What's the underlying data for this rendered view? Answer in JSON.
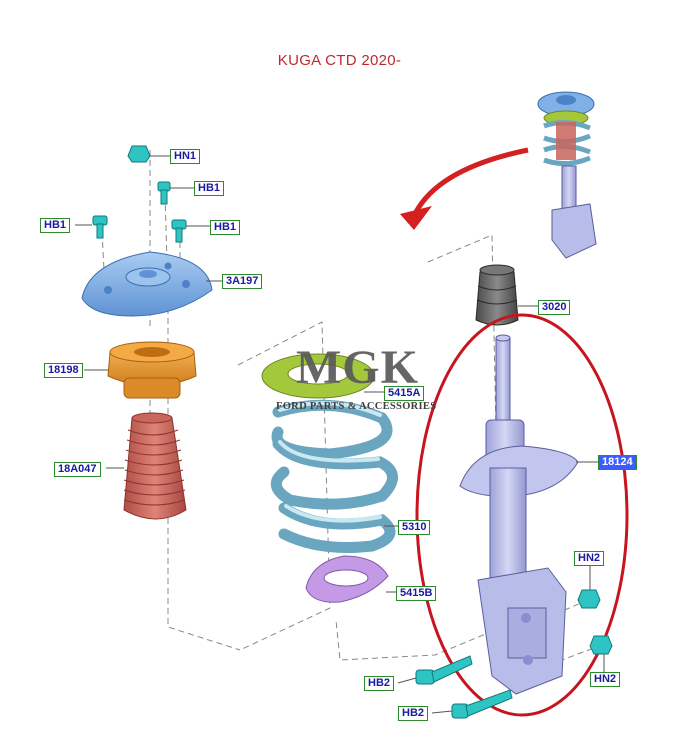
{
  "title": "KUGA CTD 2020-",
  "watermark": {
    "logo": "MGK",
    "tagline": "FORD PARTS & ACCESSORIES"
  },
  "callouts": {
    "hn1": "HN1",
    "hb1_a": "HB1",
    "hb1_b": "HB1",
    "hb1_c": "HB1",
    "mount": "3A197",
    "bearing": "18198",
    "boot": "18A047",
    "seat_upper": "5415A",
    "spring": "5310",
    "seat_lower": "5415B",
    "bumper": "3020",
    "strut": "18124",
    "hn2_a": "HN2",
    "hn2_b": "HN2",
    "hb2_a": "HB2",
    "hb2_b": "HB2"
  },
  "colors": {
    "title": "#c0282d",
    "callout_text": "#1a1aa0",
    "callout_border": "#2c8a2c",
    "highlight": "#3d5cff",
    "highlight_ellipse": "#c8141e",
    "arrow": "#d42020",
    "mount": "#7fb0e6",
    "bearing": "#e89a2e",
    "boot": "#c8655c",
    "seat_upper": "#a4c83c",
    "spring": "#9fd0e0",
    "seat_lower": "#c49ae6",
    "bumper": "#6a6a6a",
    "strut": "#b8bce8",
    "fasteners": "#2ec4c4"
  },
  "icons": [
    "curved-arrow-icon",
    "strut-assembly-thumbnail"
  ]
}
